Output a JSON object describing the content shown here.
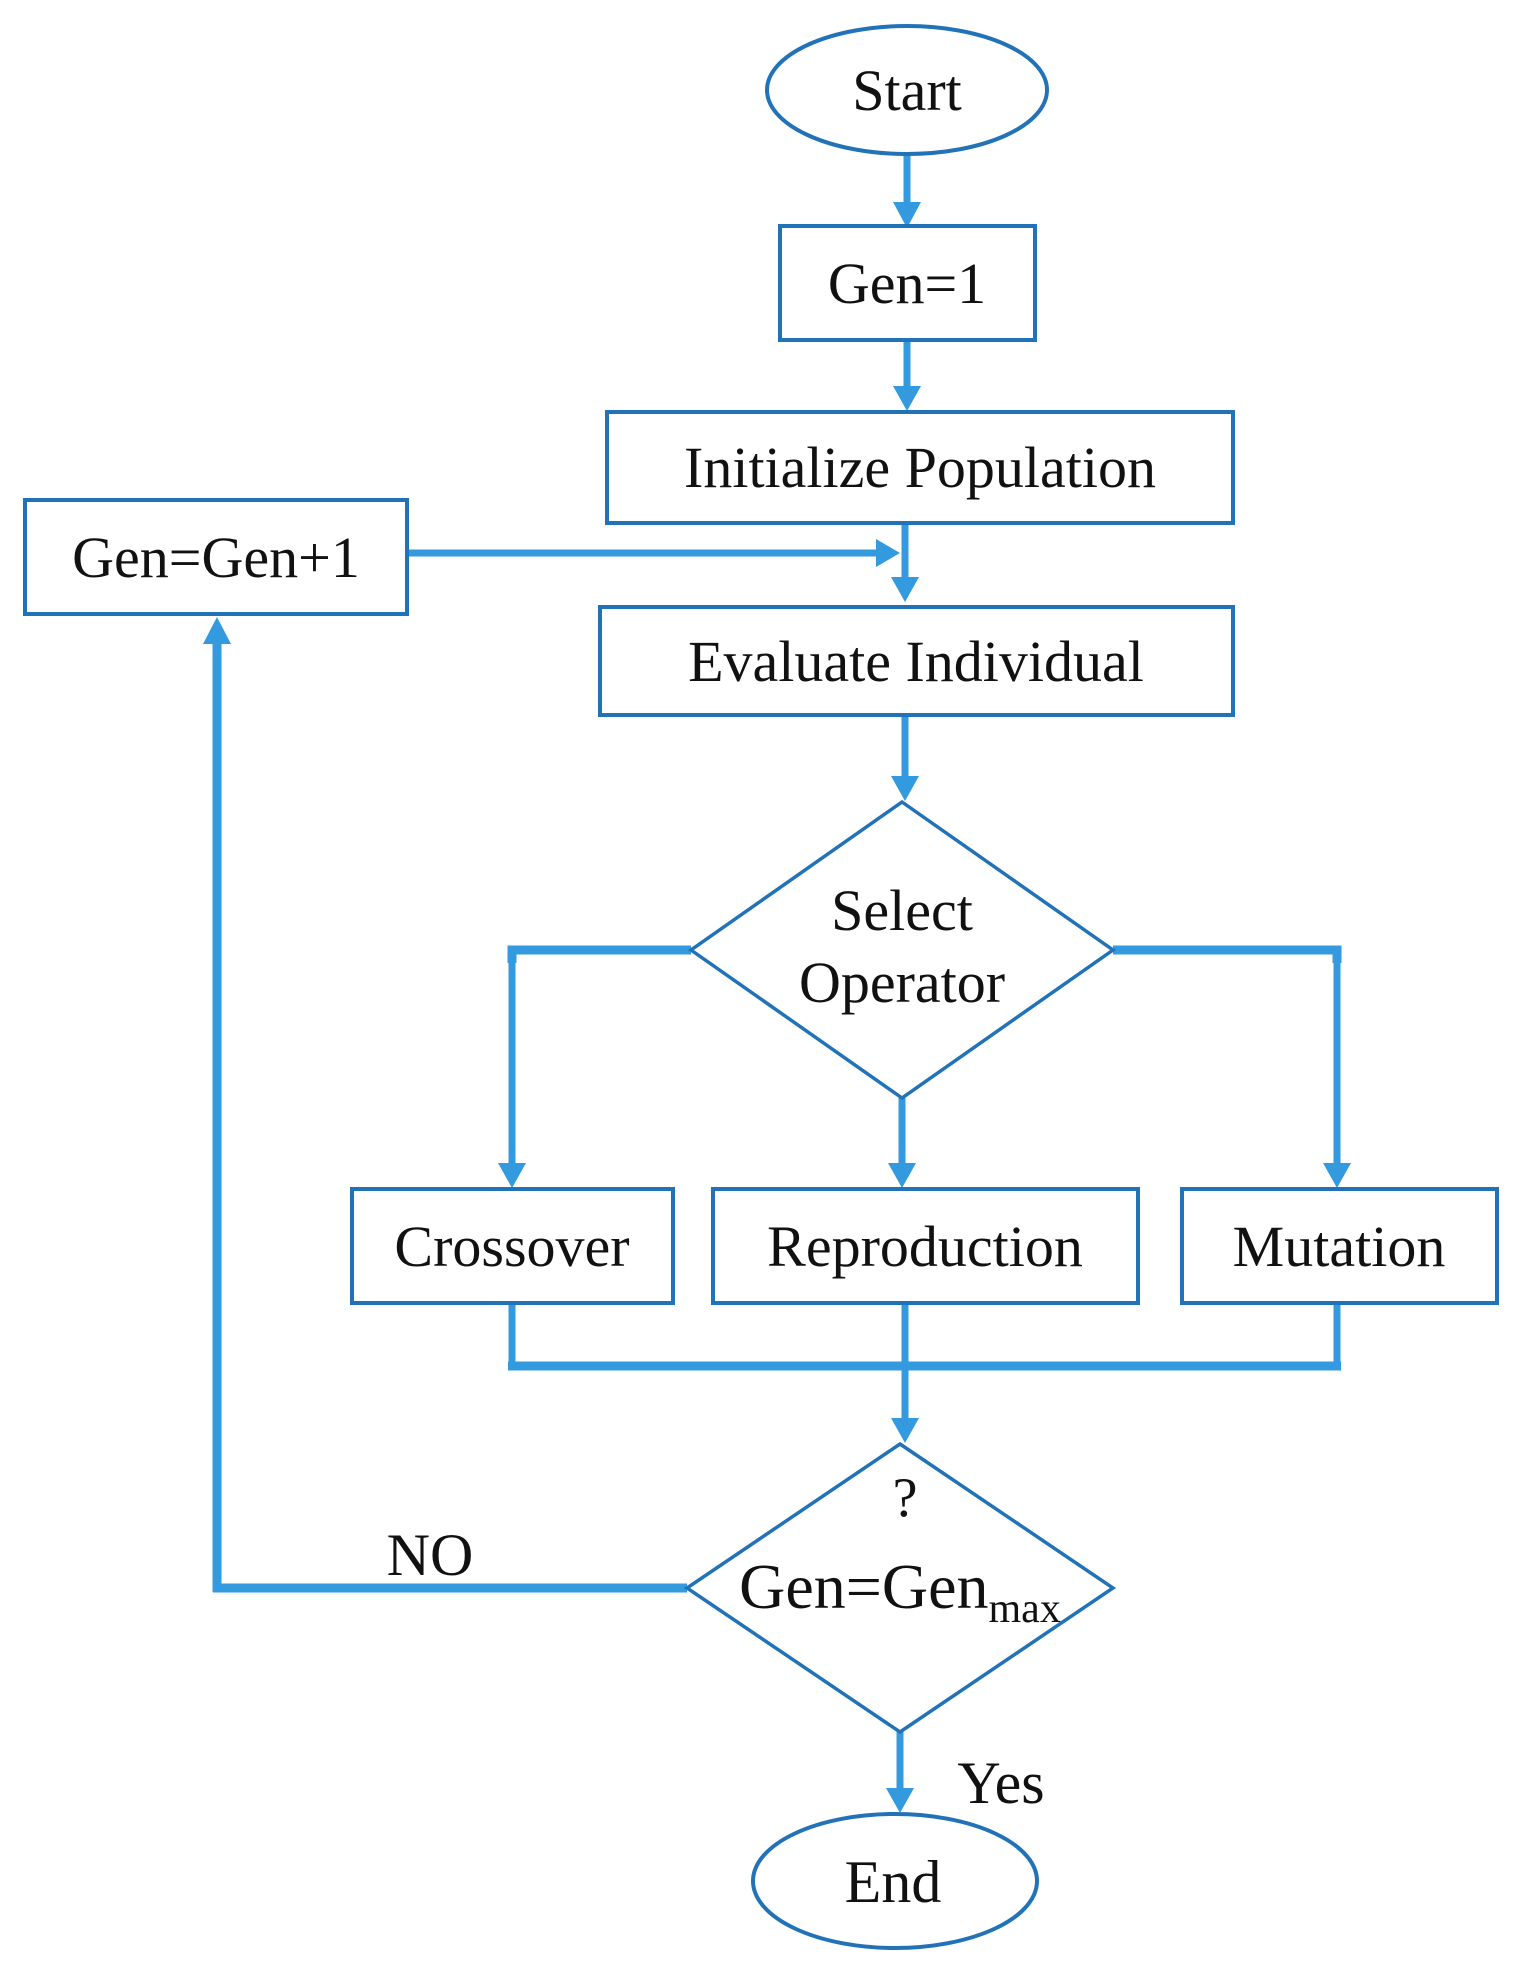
{
  "colors": {
    "shape_outline": "#2272B8",
    "arrow": "#339ADF",
    "text": "#111111",
    "background": "#FFFFFF"
  },
  "nodes": {
    "start": {
      "shape": "ellipse",
      "label": "Start"
    },
    "gen_init": {
      "shape": "rect",
      "label": "Gen=1"
    },
    "initialize_population": {
      "shape": "rect",
      "label": "Initialize Population"
    },
    "gen_increment": {
      "shape": "rect",
      "label": "Gen=Gen+1"
    },
    "evaluate_individual": {
      "shape": "rect",
      "label": "Evaluate Individual"
    },
    "select_operator": {
      "shape": "diamond",
      "line1": "Select",
      "line2": "Operator"
    },
    "crossover": {
      "shape": "rect",
      "label": "Crossover"
    },
    "reproduction": {
      "shape": "rect",
      "label": "Reproduction"
    },
    "mutation": {
      "shape": "rect",
      "label": "Mutation"
    },
    "termination_check": {
      "shape": "diamond",
      "question_mark": "?",
      "label_main": "Gen=Gen",
      "label_subscript": "max"
    },
    "end": {
      "shape": "ellipse",
      "label": "End"
    }
  },
  "edges": {
    "no_label": "NO",
    "yes_label": "Yes",
    "connections": [
      {
        "from": "Start",
        "to": "Gen=1"
      },
      {
        "from": "Gen=1",
        "to": "Initialize Population"
      },
      {
        "from": "Initialize Population",
        "to": "Evaluate Individual"
      },
      {
        "from": "Gen=Gen+1",
        "to": "Evaluate Individual"
      },
      {
        "from": "Evaluate Individual",
        "to": "Select Operator"
      },
      {
        "from": "Select Operator",
        "to": "Crossover"
      },
      {
        "from": "Select Operator",
        "to": "Reproduction"
      },
      {
        "from": "Select Operator",
        "to": "Mutation"
      },
      {
        "from": "Crossover",
        "to": "Gen=Gen max ?"
      },
      {
        "from": "Reproduction",
        "to": "Gen=Gen max ?"
      },
      {
        "from": "Mutation",
        "to": "Gen=Gen max ?"
      },
      {
        "from": "Gen=Gen max ?",
        "to": "Gen=Gen+1",
        "label": "NO"
      },
      {
        "from": "Gen=Gen max ?",
        "to": "End",
        "label": "Yes"
      }
    ]
  }
}
